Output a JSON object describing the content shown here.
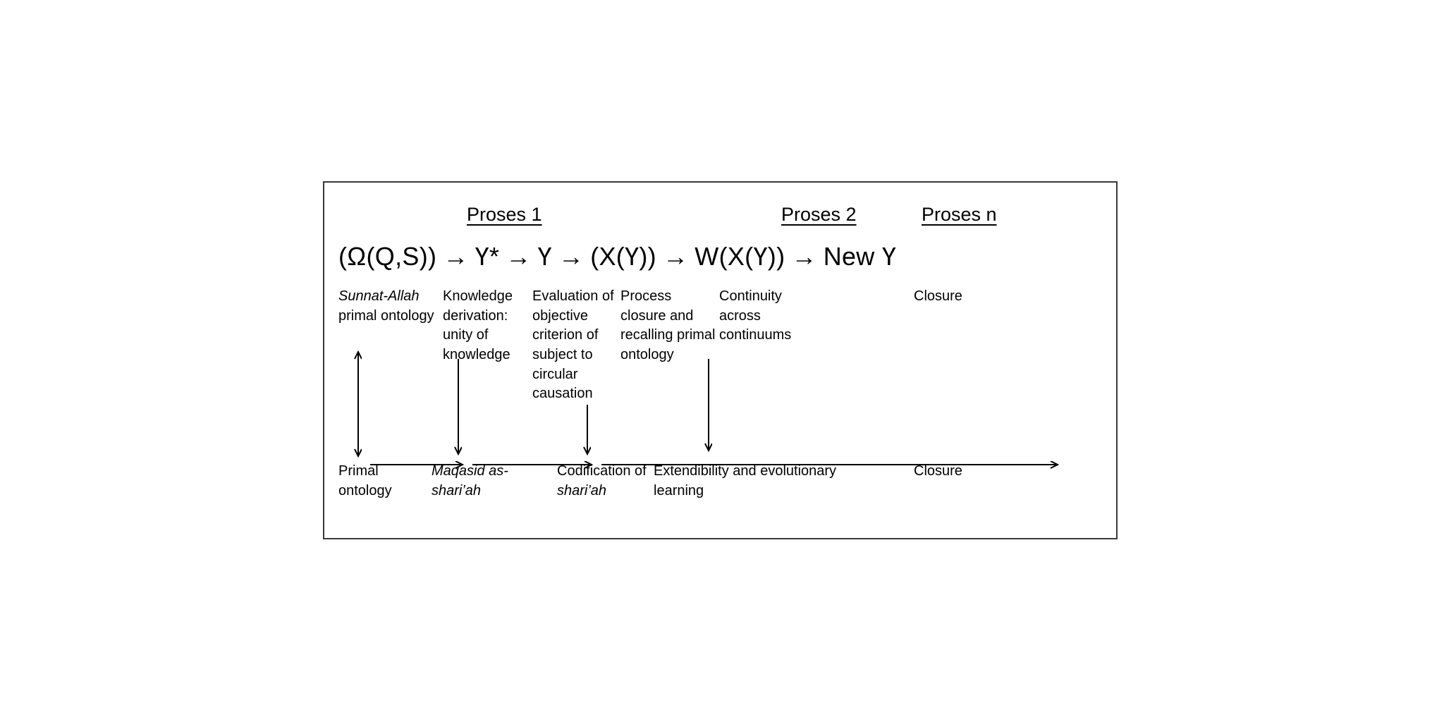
{
  "figure": {
    "headers": [
      {
        "id": "proses-1",
        "label": "Proses 1"
      },
      {
        "id": "proses-2",
        "label": "Proses 2"
      },
      {
        "id": "proses-n",
        "label": "Proses n"
      }
    ],
    "formula": {
      "tokens": [
        "(Ω(Q,S))",
        "Ү*",
        "Ү",
        "(X(Ү))",
        "W(X(Ү))",
        "New Ү"
      ],
      "arrow": "→",
      "full_text": "(Ω(Q,S)) → Ү* → Ү → (X(Ү)) → W(X(Ү)) → New Ү"
    },
    "upper_descriptions": [
      {
        "id": "desc-1",
        "italic_lead": "Sunnat-Allah",
        "rest": "primal ontology"
      },
      {
        "id": "desc-2",
        "italic_lead": "",
        "rest": "Knowledge derivation: unity of knowledge"
      },
      {
        "id": "desc-3",
        "italic_lead": "",
        "rest": "Evaluation of objective criterion of subject to circular causation"
      },
      {
        "id": "desc-4",
        "italic_lead": "",
        "rest": "Process closure and recalling primal ontology"
      },
      {
        "id": "desc-5",
        "italic_lead": "",
        "rest": "Continuity across continuums"
      }
    ],
    "closure_top_label": "Closure",
    "lower_labels": [
      {
        "id": "label-primal",
        "plain_lead": "Primal ontology",
        "italic_tail": ""
      },
      {
        "id": "label-maqasid",
        "plain_lead": "",
        "italic_tail": "Maqasid as-shari’ah"
      },
      {
        "id": "label-codif",
        "plain_lead": "Codification of ",
        "italic_tail": "shari’ah"
      },
      {
        "id": "label-extend",
        "plain_lead": "Extendibility and evolutionary learning",
        "italic_tail": ""
      }
    ],
    "closure_bottom_label": "Closure",
    "colors": {
      "border": "#3a3a3a",
      "text": "#000000",
      "arrow": "#000000",
      "background": "#ffffff"
    }
  }
}
